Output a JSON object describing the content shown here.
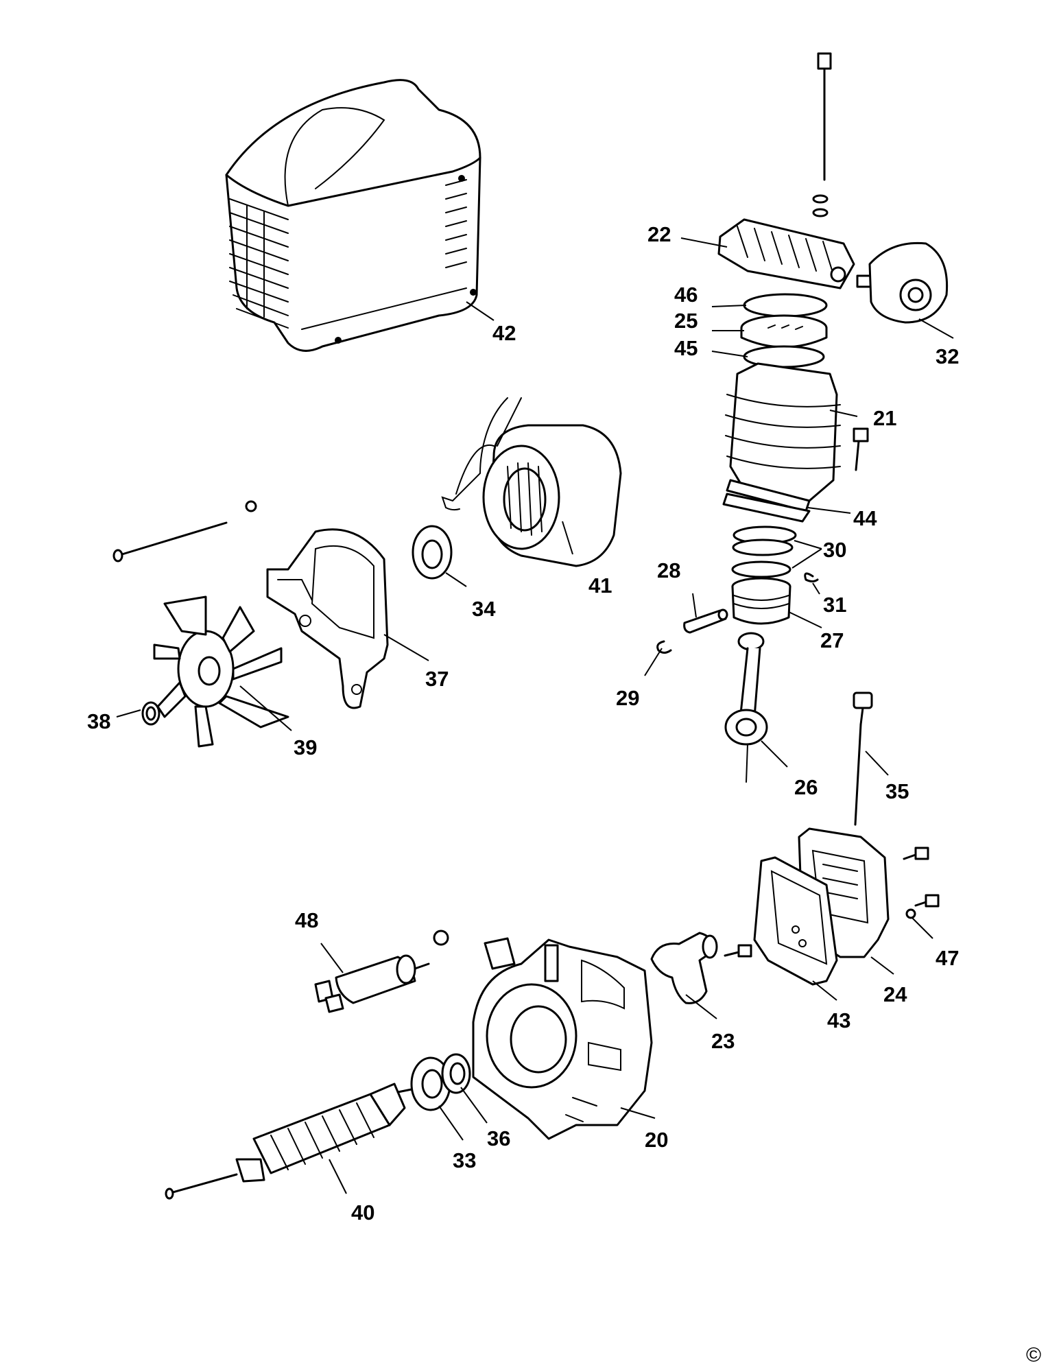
{
  "labels": {
    "p20": "20",
    "p21": "21",
    "p22": "22",
    "p23": "23",
    "p24": "24",
    "p25": "25",
    "p26": "26",
    "p27": "27",
    "p28": "28",
    "p29": "29",
    "p30": "30",
    "p31": "31",
    "p32": "32",
    "p33": "33",
    "p34": "34",
    "p35": "35",
    "p36": "36",
    "p37": "37",
    "p38": "38",
    "p39": "39",
    "p40": "40",
    "p41": "41",
    "p42": "42",
    "p43": "43",
    "p44": "44",
    "p45": "45",
    "p46": "46",
    "p47": "47",
    "p48": "48"
  },
  "copyright_symbol": "©"
}
